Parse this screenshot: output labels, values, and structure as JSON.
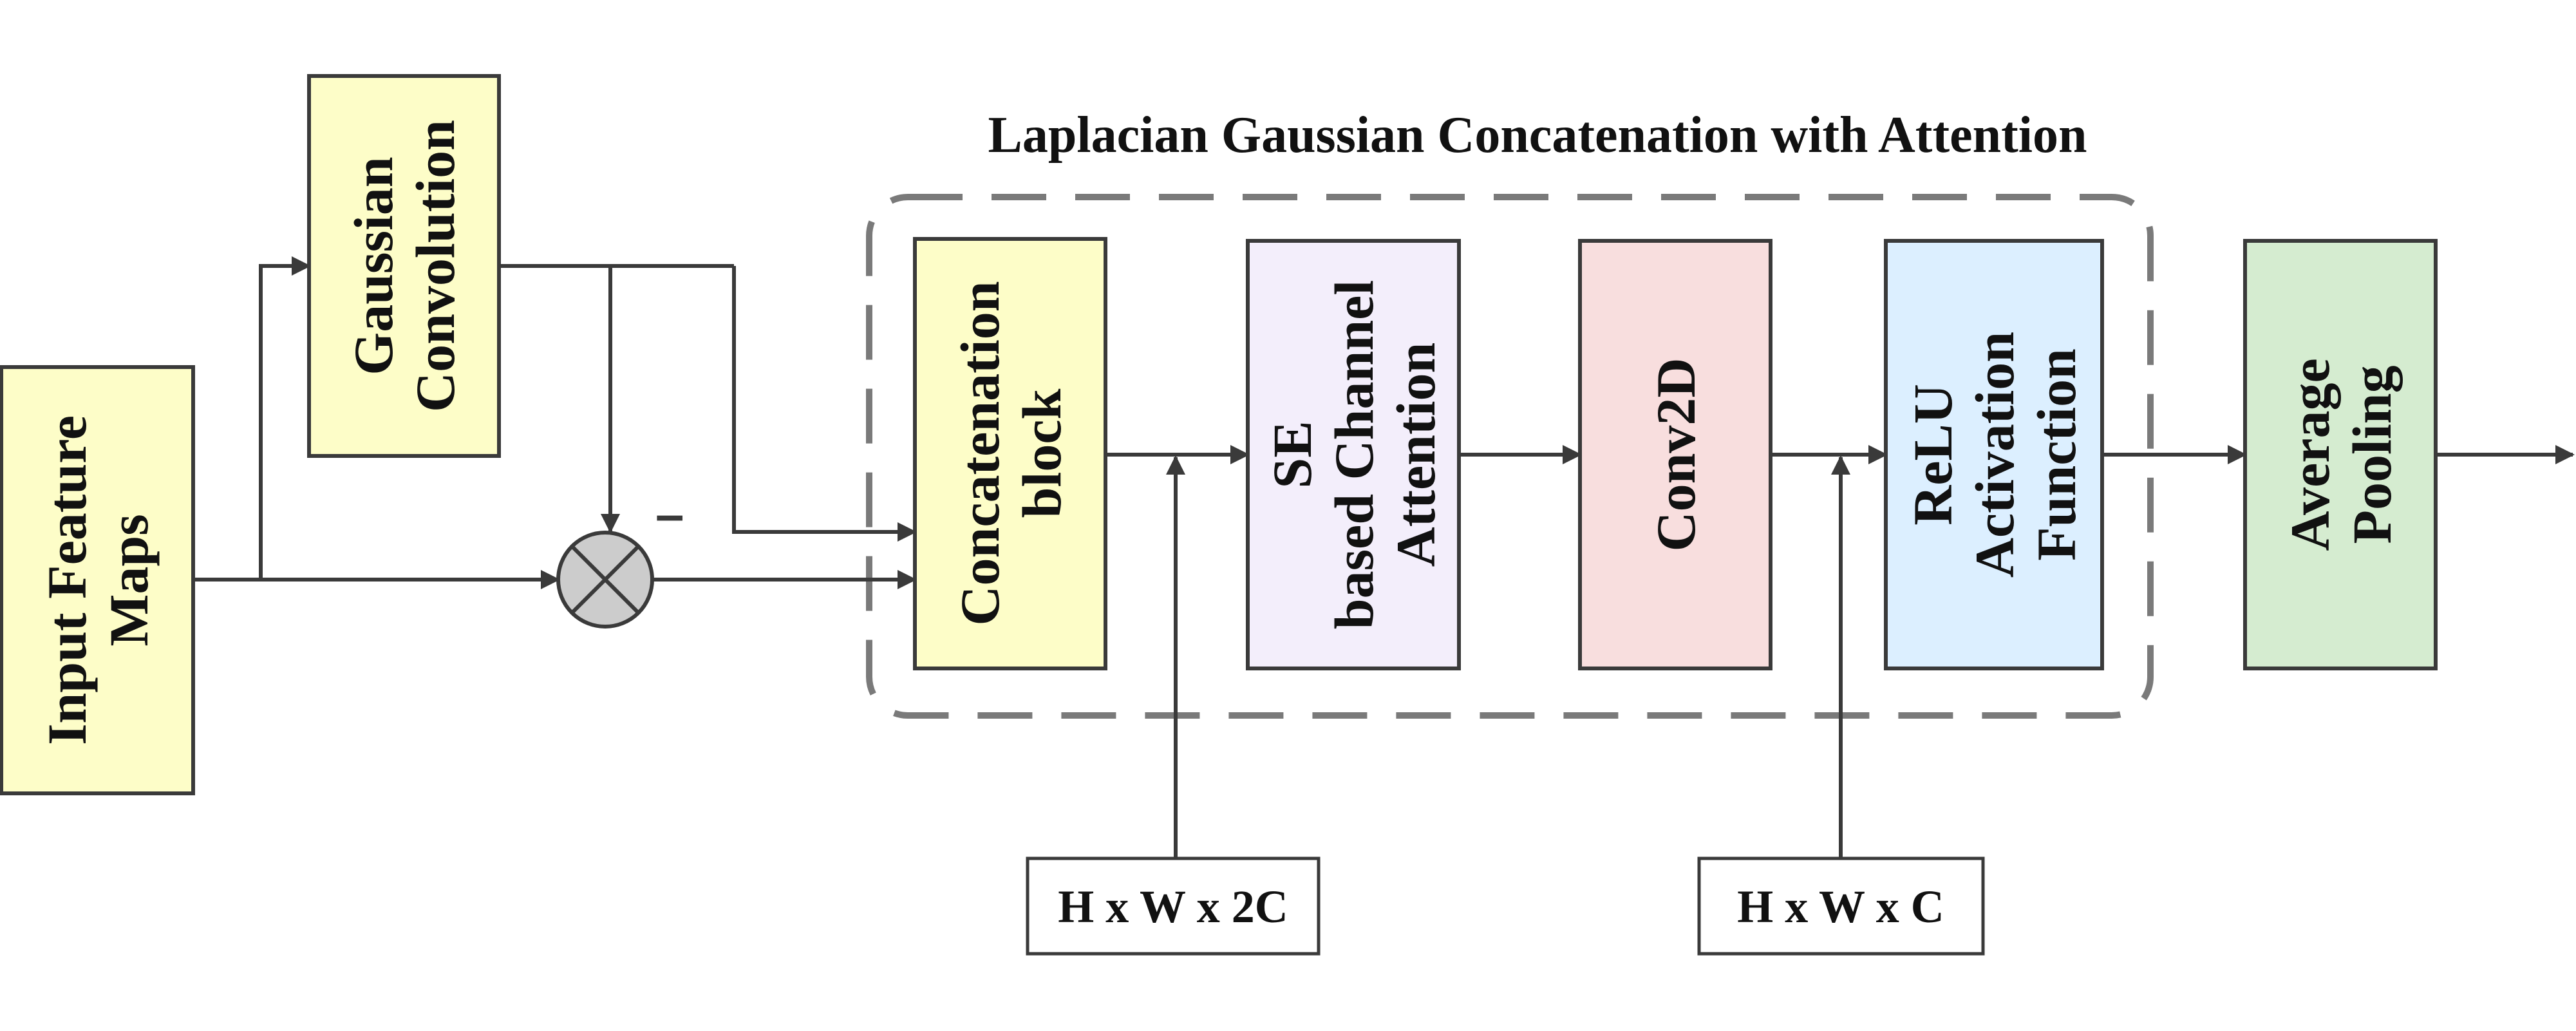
{
  "title": "Laplacian Gaussian Concatenation with Attention",
  "colors": {
    "yellow_fill": "#fdfdc8",
    "lavender_fill": "#f3eefb",
    "pink_fill": "#f8dede",
    "blue_fill": "#dcefff",
    "green_fill": "#d5ecd0",
    "multiply_fill": "#cccccc",
    "dashed_border": "#7a7a7a",
    "stroke": "#3a3a3a"
  },
  "blocks": {
    "input": {
      "lines": [
        "Input Feature",
        "Maps"
      ]
    },
    "gaussian": {
      "lines": [
        "Gaussian",
        "Convolution"
      ]
    },
    "concat": {
      "lines": [
        "Concatenation",
        "block"
      ]
    },
    "se": {
      "lines": [
        "SE",
        "based Channel",
        "Attention"
      ]
    },
    "conv": {
      "lines": [
        "Conv2D"
      ]
    },
    "relu": {
      "lines": [
        "ReLU",
        "Activation",
        "Function"
      ]
    },
    "pool": {
      "lines": [
        "Average",
        "Pooling"
      ]
    }
  },
  "multiply_op": {
    "icon": "multiply-circle-icon",
    "sign": "–"
  },
  "dims": {
    "hw2c": "H x W x 2C",
    "hwc": "H x W x C"
  }
}
